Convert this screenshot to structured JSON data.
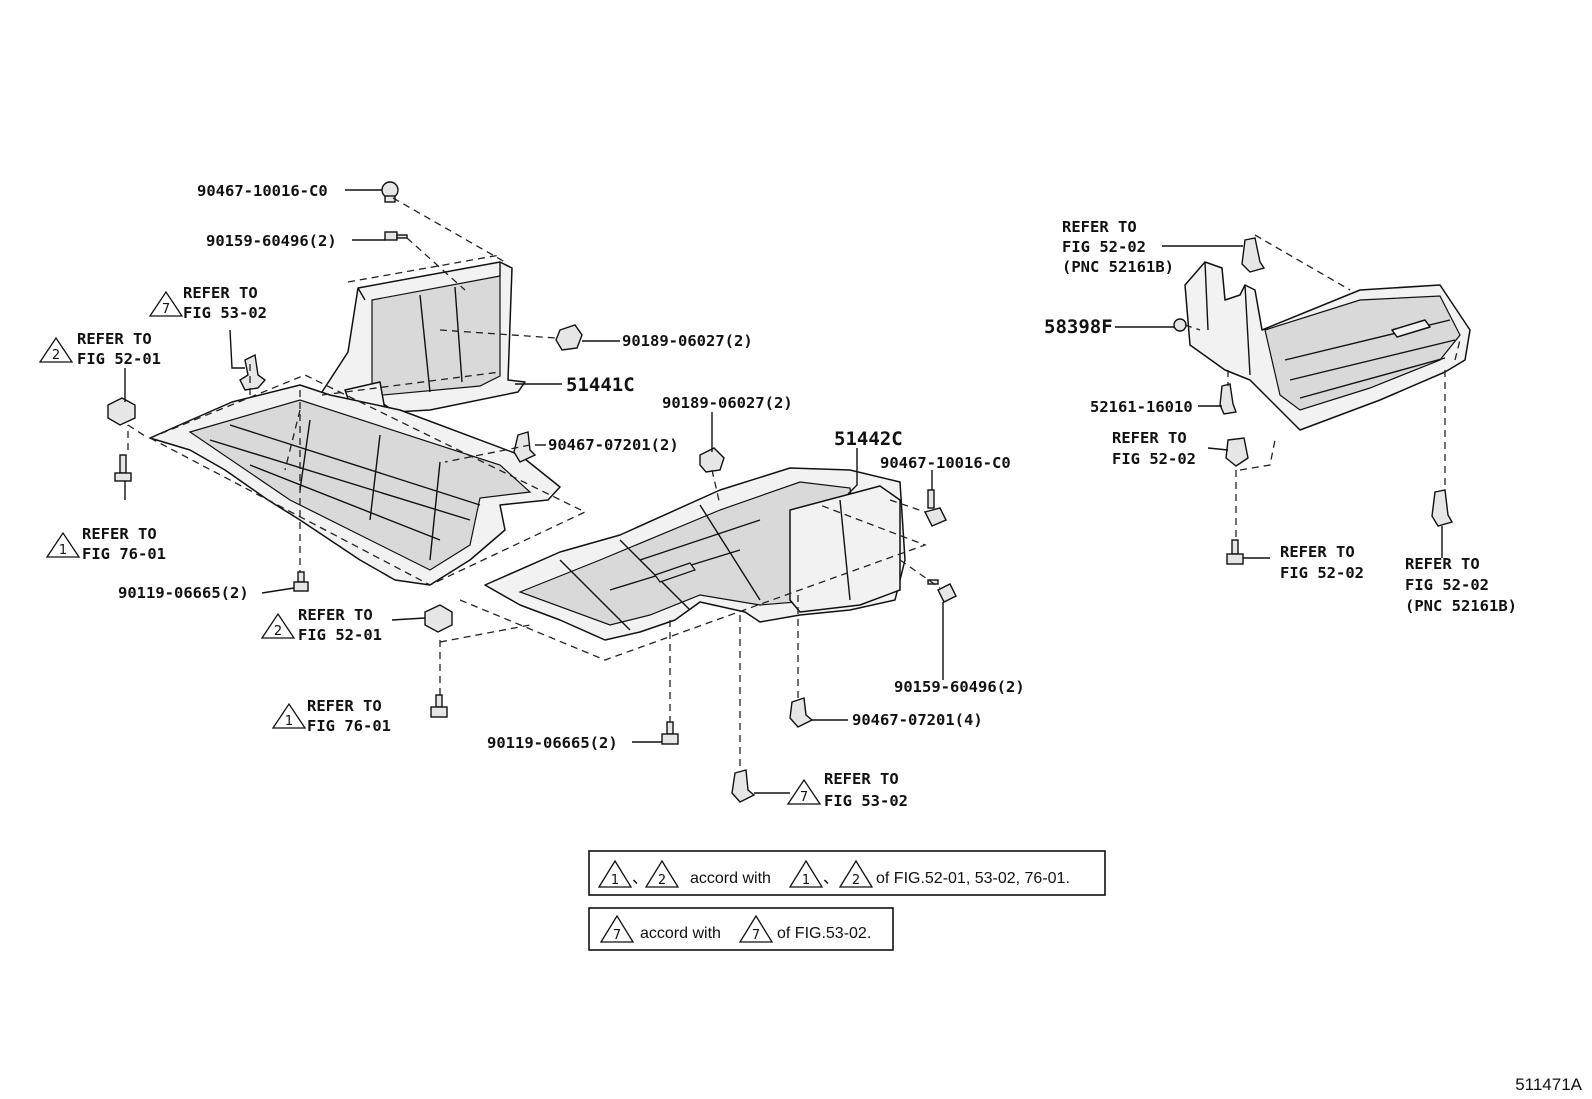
{
  "callouts": {
    "l_90467_10016_top": "90467-10016-C0",
    "l_90159_60496_top": "90159-60496(2)",
    "l_90189_06027_a": "90189-06027(2)",
    "l_51441c": "51441C",
    "l_90189_06027_b": "90189-06027(2)",
    "l_90467_07201_a": "90467-07201(2)",
    "l_51442c": "51442C",
    "l_90467_10016_mid": "90467-10016-C0",
    "l_90119_06665_a": "90119-06665(2)",
    "l_90159_60496_mid": "90159-60496(2)",
    "l_90467_07201_b": "90467-07201(4)",
    "l_90119_06665_b": "90119-06665(2)",
    "l_58398f": "58398F",
    "l_52161_16010": "52161-16010"
  },
  "refs": {
    "r7a_1": "REFER TO",
    "r7a_2": "FIG 53-02",
    "r2a_1": "REFER TO",
    "r2a_2": "FIG 52-01",
    "r1a_1": "REFER TO",
    "r1a_2": "FIG 76-01",
    "r2b_1": "REFER TO",
    "r2b_2": "FIG 52-01",
    "r1b_1": "REFER TO",
    "r1b_2": "FIG 76-01",
    "r7b_1": "REFER TO",
    "r7b_2": "FIG 53-02",
    "rr1_1": "REFER TO",
    "rr1_2": "FIG 52-02",
    "rr1_3": "(PNC 52161B)",
    "rr2_1": "REFER TO",
    "rr2_2": "FIG 52-02",
    "rr3_1": "REFER TO",
    "rr3_2": "FIG 52-02",
    "rr4_1": "REFER TO",
    "rr4_2": "FIG 52-02",
    "rr4_3": "(PNC 52161B)"
  },
  "triangles": {
    "t7a": "7",
    "t2a": "2",
    "t1a": "1",
    "t2b": "2",
    "t1b": "1",
    "t7b": "7"
  },
  "legend": {
    "box1_t1": "1",
    "box1_sep": "、",
    "box1_t2": "2",
    "box1_mid": "accord with",
    "box1_t3": "1",
    "box1_sep2": "、",
    "box1_t4": "2",
    "box1_end": "of FIG.52-01, 53-02, 76-01.",
    "box2_t1": "7",
    "box2_mid": "accord with",
    "box2_t2": "7",
    "box2_end": "of FIG.53-02."
  },
  "footer": {
    "code": "511471A"
  }
}
